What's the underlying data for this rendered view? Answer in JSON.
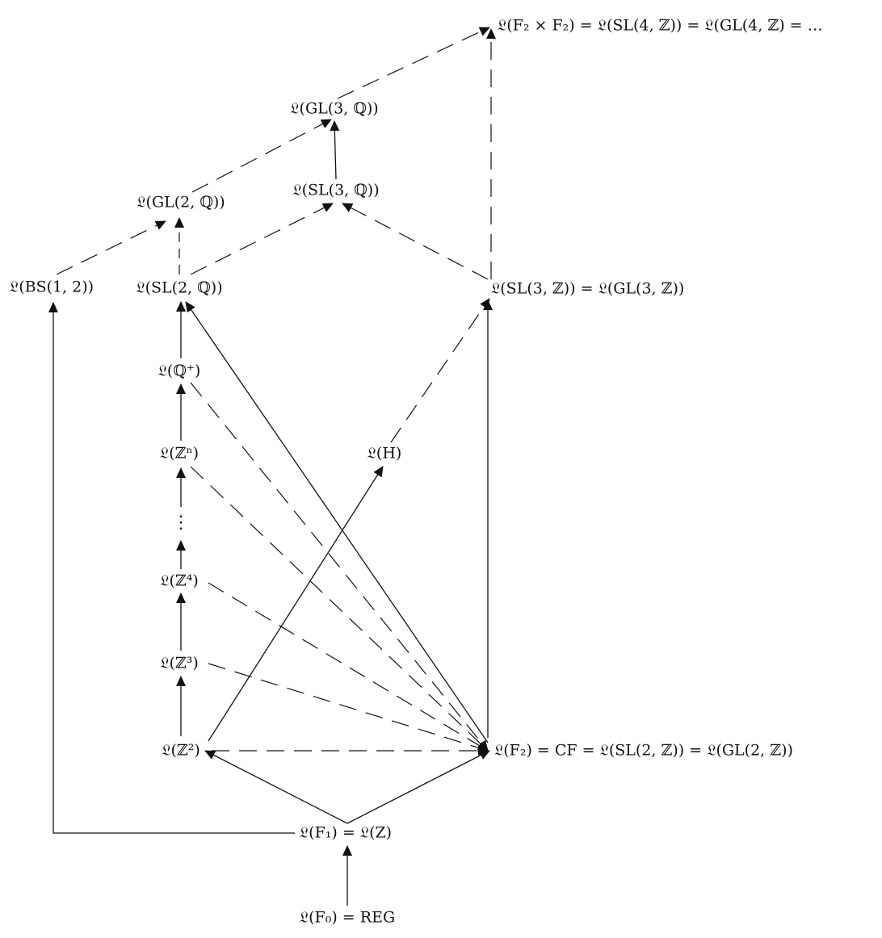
{
  "colors": {
    "background": "#ffffff",
    "ink": "#111111"
  },
  "nodes": {
    "f0_reg": "𝔏(F₀) = REG",
    "f1_z": "𝔏(F₁) = 𝔏(Z)",
    "z2": "𝔏(ℤ²)",
    "z3": "𝔏(ℤ³)",
    "z4": "𝔏(ℤ⁴)",
    "dots": "⋮",
    "zn": "𝔏(ℤⁿ)",
    "q_plus": "𝔏(ℚ⁺)",
    "sl2q": "𝔏(SL(2, ℚ))",
    "gl2q": "𝔏(GL(2, ℚ))",
    "sl3q": "𝔏(SL(3, ℚ))",
    "gl3q": "𝔏(GL(3, ℚ))",
    "bs12": "𝔏(BS(1, 2))",
    "heis": "𝔏(H)",
    "sl3z": "𝔏(SL(3, ℤ)) = 𝔏(GL(3, ℤ))",
    "f2_cf": "𝔏(F₂) = CF = 𝔏(SL(2, ℤ)) = 𝔏(GL(2, ℤ))",
    "f2xf2": "𝔏(F₂ × F₂) = 𝔏(SL(4, ℤ)) = 𝔏(GL(4, ℤ) = …"
  }
}
